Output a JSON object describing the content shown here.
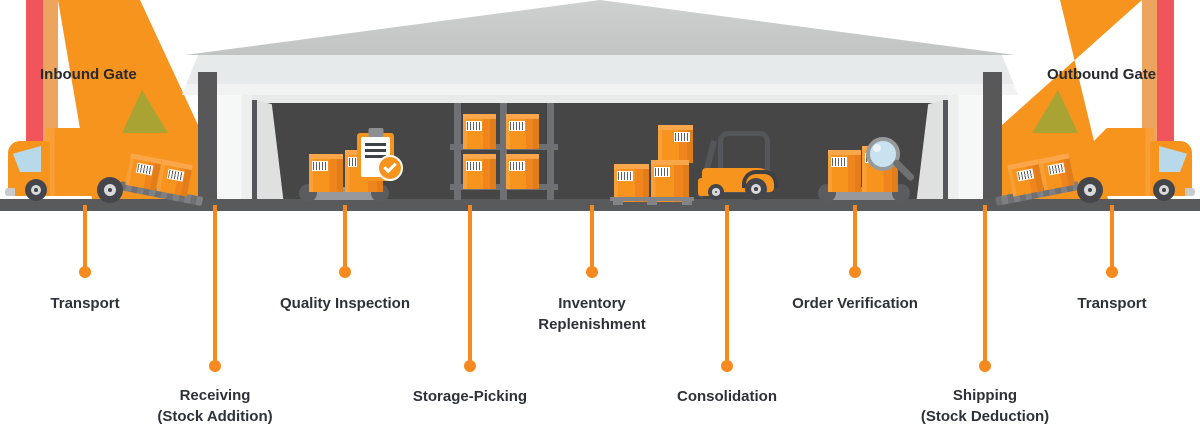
{
  "title": "Warehouse inbound-to-outbound process diagram",
  "gates": {
    "inbound": "Inbound Gate",
    "outbound": "Outbound Gate"
  },
  "steps": [
    {
      "label": "Transport",
      "row": "top"
    },
    {
      "label": "Receiving\n(Stock Addition)",
      "row": "bottom"
    },
    {
      "label": "Quality Inspection",
      "row": "top"
    },
    {
      "label": "Storage-Picking",
      "row": "bottom"
    },
    {
      "label": "Inventory\nReplenishment",
      "row": "top"
    },
    {
      "label": "Consolidation",
      "row": "bottom"
    },
    {
      "label": "Order Verification",
      "row": "top"
    },
    {
      "label": "Shipping\n(Stock Deduction)",
      "row": "bottom"
    },
    {
      "label": "Transport",
      "row": "top"
    }
  ],
  "colors": {
    "accent_orange": "#F7941E",
    "connector_orange": "#F68A1E",
    "red_wedge": "#F2545B",
    "tan_wedge": "#ECA45F",
    "olive_wedge": "#A8A332",
    "ground_gray": "#595A5C",
    "interior_gray": "#464646",
    "roof_gray": "#C7C9C9",
    "text_dark": "#2E3238"
  },
  "icons": [
    "inbound-truck-icon",
    "outbound-truck-icon",
    "ramp-boxes-icon",
    "warehouse-icon",
    "conveyor-icon",
    "clipboard-check-icon",
    "storage-rack-icon",
    "pallet-boxes-icon",
    "forklift-icon",
    "magnifier-icon",
    "box-icon"
  ]
}
